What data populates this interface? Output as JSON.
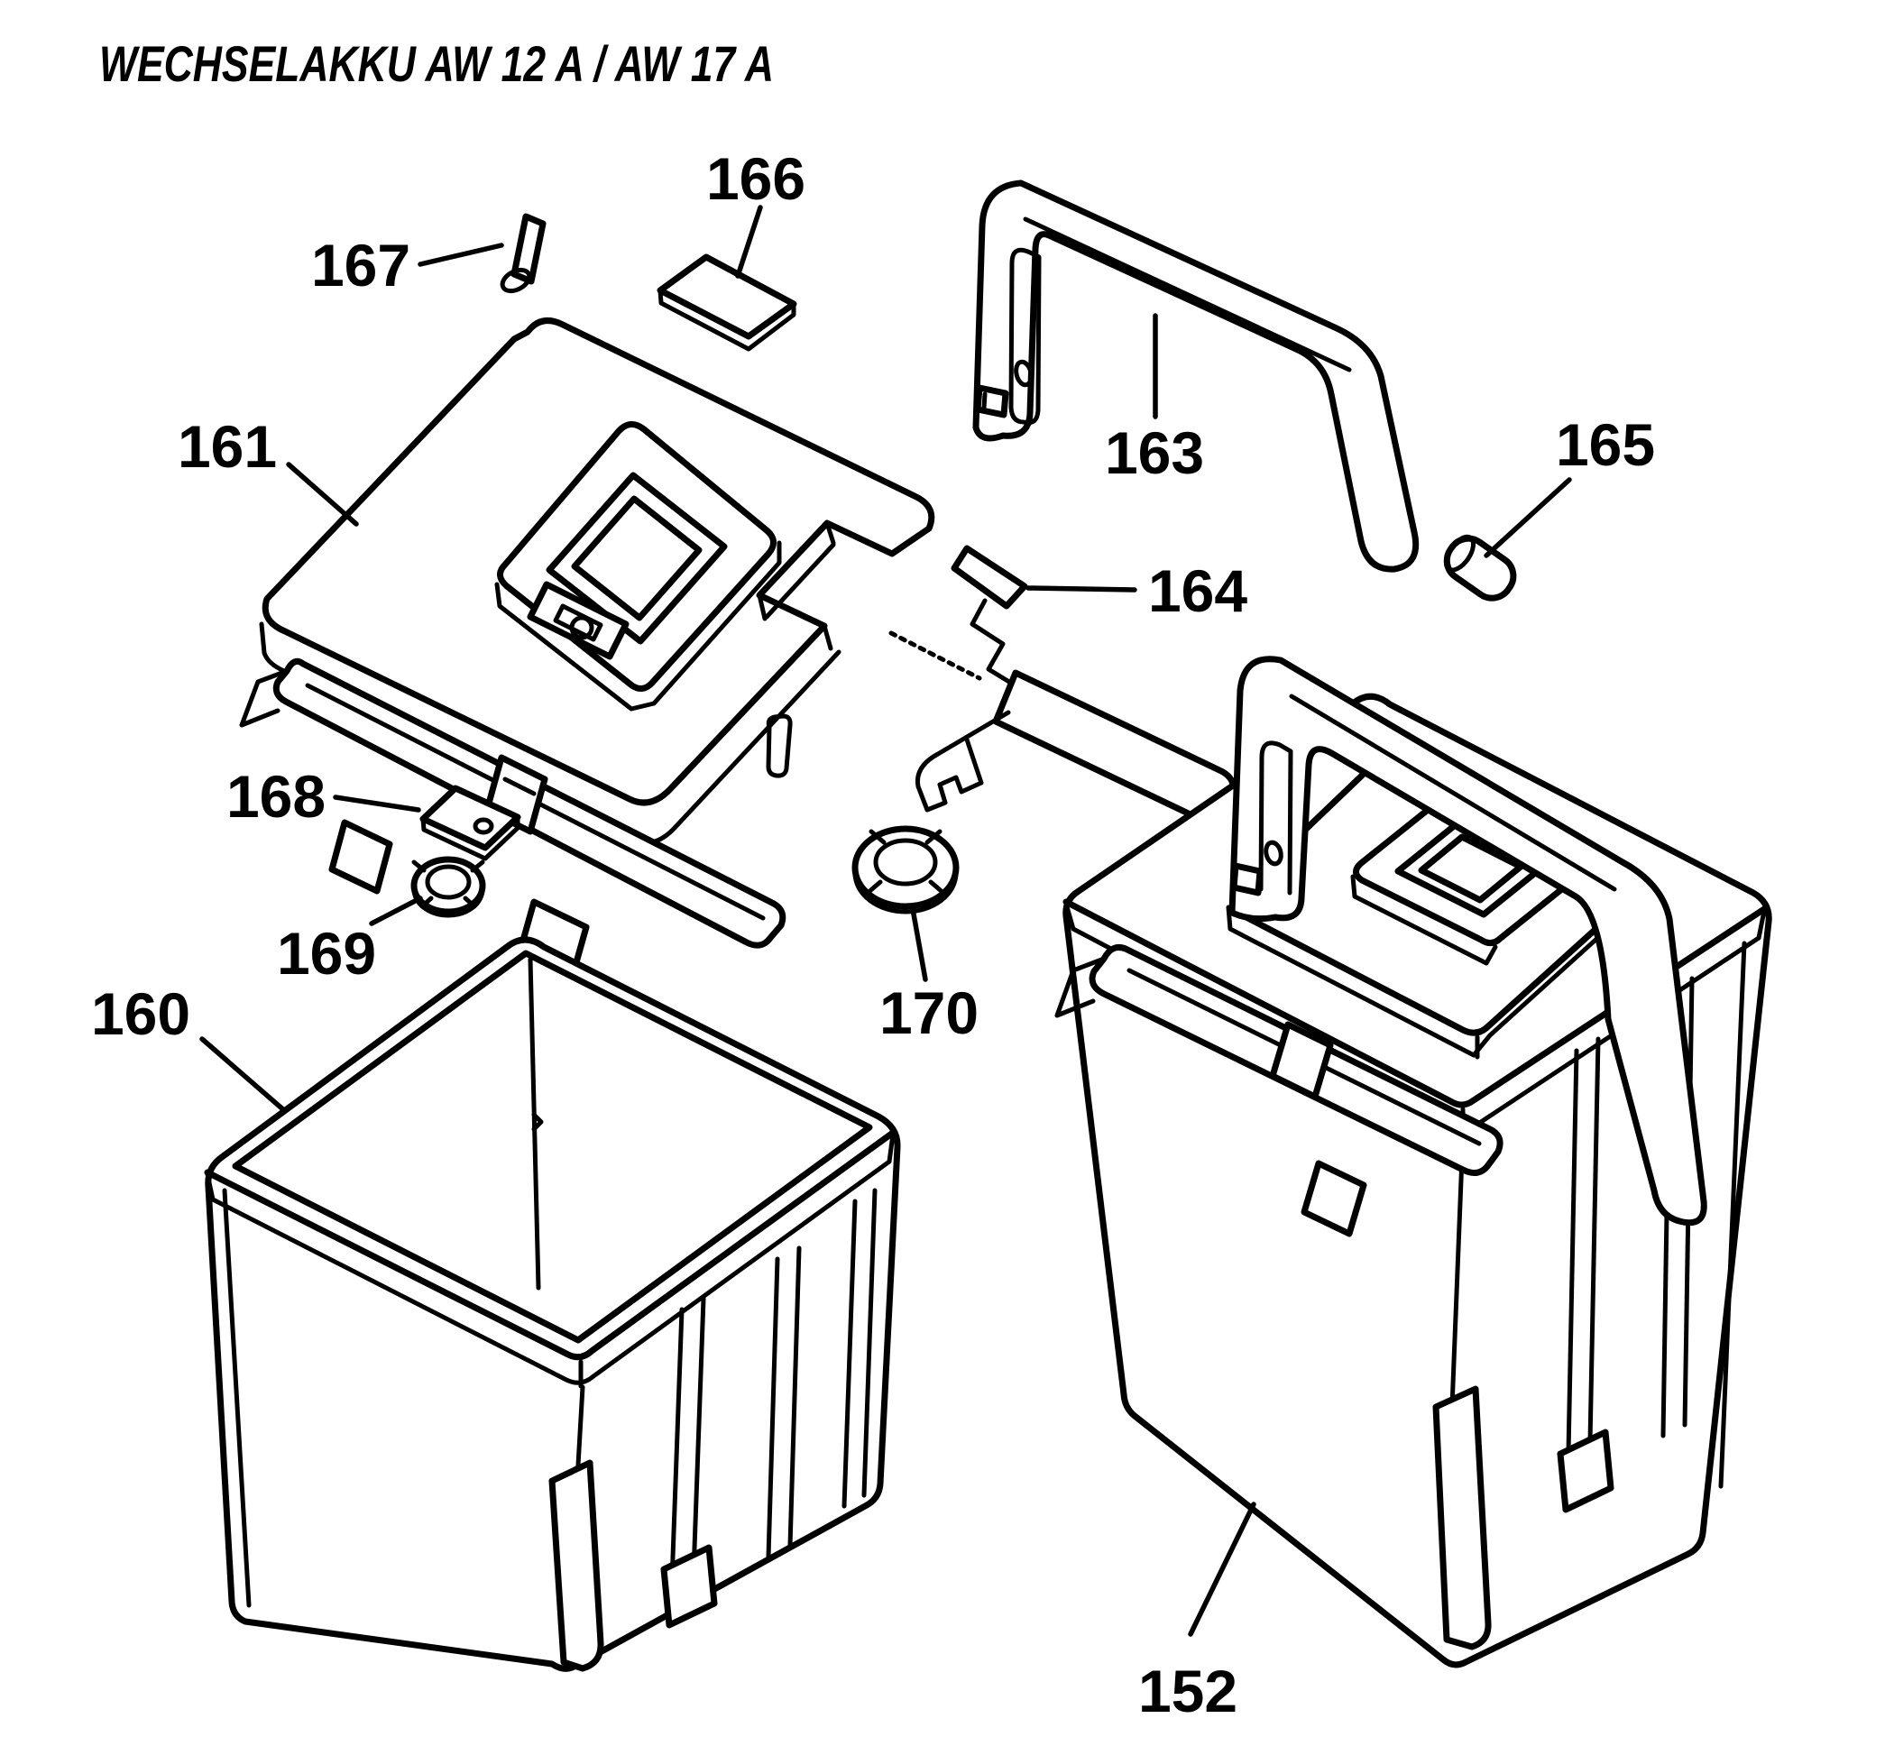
{
  "title": "WECHSELAKKU AW 12 A / AW 17 A",
  "colors": {
    "ink": "#000000",
    "background": "#ffffff"
  },
  "parts": [
    {
      "number": "160"
    },
    {
      "number": "161"
    },
    {
      "number": "163"
    },
    {
      "number": "164"
    },
    {
      "number": "165"
    },
    {
      "number": "166"
    },
    {
      "number": "167"
    },
    {
      "number": "168"
    },
    {
      "number": "169"
    },
    {
      "number": "170"
    },
    {
      "number": "152"
    }
  ]
}
